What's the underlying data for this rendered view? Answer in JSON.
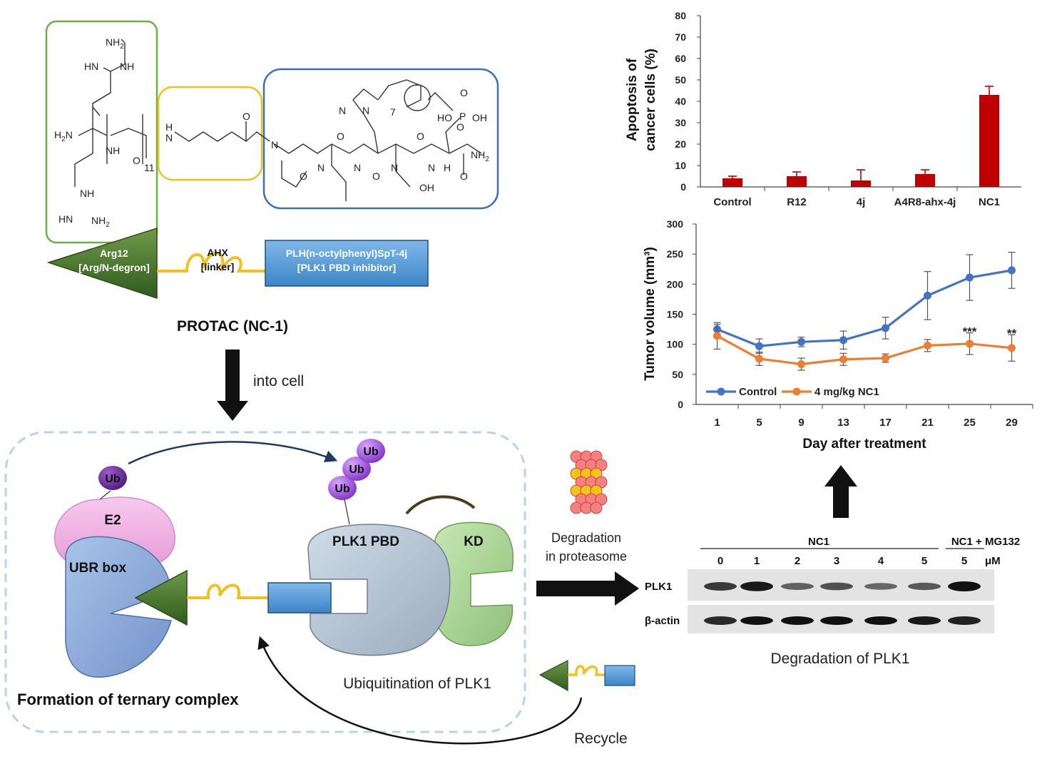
{
  "protac": {
    "title": "PROTAC (NC-1)",
    "arg_label": "Arg12\n[Arg/N-degron]",
    "ahx_label": "AHX\n[linker]",
    "inhibitor_label": "PLH(n-octylphenyl)SpT-4j\n[PLK1 PBD inhibitor]",
    "repeat_subscript": "11",
    "alkyl_subscript": "7"
  },
  "into_cell": "into cell",
  "cell": {
    "ub": "Ub",
    "e2": "E2",
    "ubr_box": "UBR box",
    "plk1_pbd": "PLK1 PBD",
    "kd": "KD",
    "ternary_caption": "Formation of ternary complex",
    "ubiq_caption": "Ubiquitination of PLK1"
  },
  "degradation_text": "Degradation\nin proteasome",
  "recycle": "Recycle",
  "western": {
    "group_nc1": "NC1",
    "group_mg": "NC1 + MG132",
    "lanes": [
      "0",
      "1",
      "2",
      "3",
      "4",
      "5",
      "5"
    ],
    "unit": "μM",
    "rows": [
      "PLK1",
      "β-actin"
    ],
    "plk1_intensity": [
      0.75,
      0.95,
      0.5,
      0.6,
      0.45,
      0.55,
      1.0
    ],
    "actin_intensity": [
      0.85,
      1.0,
      1.0,
      1.0,
      1.0,
      0.95,
      0.9
    ],
    "caption": "Degradation of PLK1"
  },
  "chart_data": [
    {
      "type": "bar",
      "categories": [
        "Control",
        "R12",
        "4j",
        "A4R8-ahx-4j",
        "NC1"
      ],
      "values": [
        4,
        5,
        3,
        6,
        43
      ],
      "errors": [
        1,
        2,
        5,
        2,
        4
      ],
      "ylabel": "Apoptosis of\ncancer cells (%)",
      "ylim": [
        0,
        80
      ],
      "yticks": [
        0,
        10,
        20,
        30,
        40,
        50,
        60,
        70,
        80
      ],
      "color": "#c00000"
    },
    {
      "type": "line",
      "x": [
        1,
        5,
        9,
        13,
        17,
        21,
        25,
        29
      ],
      "xlabel": "Day after treatment",
      "ylabel": "Tumor volume (mm³)",
      "ylim": [
        0,
        300
      ],
      "yticks": [
        0,
        50,
        100,
        150,
        200,
        250,
        300
      ],
      "legend": "bottom-left",
      "series": [
        {
          "name": "Control",
          "values": [
            125,
            97,
            104,
            107,
            127,
            181,
            211,
            223
          ],
          "errors": [
            8,
            12,
            8,
            15,
            18,
            40,
            38,
            30
          ],
          "color": "#4472c4"
        },
        {
          "name": "4 mg/kg NC1",
          "values": [
            114,
            76,
            67,
            75,
            77,
            98,
            101,
            94
          ],
          "errors": [
            22,
            11,
            10,
            10,
            7,
            10,
            18,
            22
          ],
          "color": "#ed7d31"
        }
      ],
      "annotations": [
        {
          "x": 25,
          "text": "***"
        },
        {
          "x": 29,
          "text": "**"
        }
      ]
    }
  ]
}
